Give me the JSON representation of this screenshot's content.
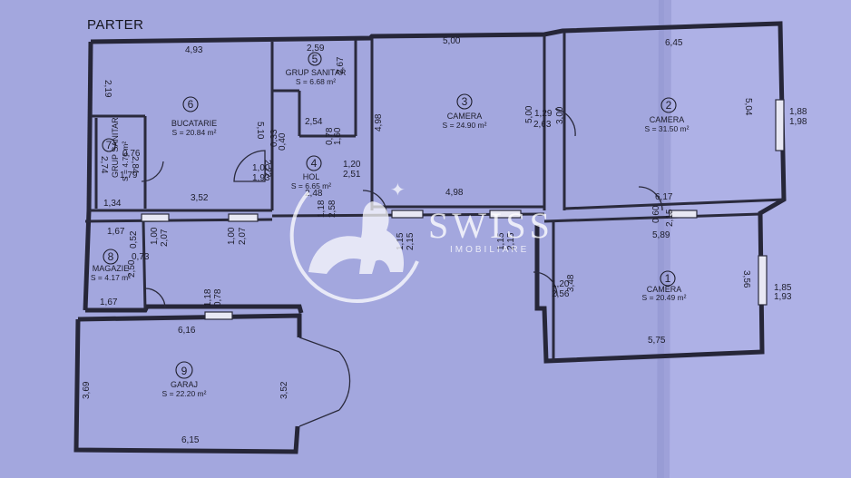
{
  "title": "PARTER",
  "rooms": {
    "r1": {
      "num": "1",
      "name": "CAMERA",
      "area": "S = 20.49 m²"
    },
    "r2": {
      "num": "2",
      "name": "CAMERA",
      "area": "S = 31.50 m²"
    },
    "r3": {
      "num": "3",
      "name": "CAMERA",
      "area": "S = 24.90 m²"
    },
    "r4": {
      "num": "4",
      "name": "HOL",
      "area": "S = 6.65 m²"
    },
    "r5": {
      "num": "5",
      "name": "GRUP SANITAR",
      "area": "S = 6.68 m²"
    },
    "r6": {
      "num": "6",
      "name": "BUCATARIE",
      "area": "S = 20.84 m²"
    },
    "r7": {
      "num": "7",
      "name": "GRUP SANITAR",
      "area": "S = 4.76 m²"
    },
    "r8": {
      "num": "8",
      "name": "MAGAZIE",
      "area": "S = 4.17 m²"
    },
    "r9": {
      "num": "9",
      "name": "GARAJ",
      "area": "S = 22.20 m²"
    }
  },
  "dims": {
    "d493": "4,93",
    "d219": "2,19",
    "d510": "5,10",
    "d352": "3,52",
    "d259": "2,59",
    "d267": "2,67",
    "d254": "2,54",
    "d033": "0,33",
    "d040": "0,40",
    "d078": "0,78",
    "d160": "1,60",
    "d500a": "5,00",
    "d498a": "4,98",
    "d498b": "4,98",
    "d500b": "5,00",
    "d129": "1,29",
    "d263": "2,63",
    "d300": "3,00",
    "d645": "6,45",
    "d504": "5,04",
    "d188": "1,88",
    "d198": "1,98",
    "d274": "2,74",
    "d076": "0,76",
    "d179": "1,79",
    "d284": "2,84",
    "d134": "1,34",
    "d100a": "1,00",
    "d193": "1,93",
    "d222": "2,22",
    "d120a": "1,20",
    "d251": "2,51",
    "d248": "2,48",
    "d118a": "1,18",
    "d258": "2,58",
    "d167a": "1,67",
    "d052": "0,52",
    "d100b": "1,00",
    "d207a": "2,07",
    "d073": "0,73",
    "d250": "2,50",
    "d100c": "1,00",
    "d207b": "2,07",
    "d167b": "1,67",
    "d115a": "1,15",
    "d215a": "2,15",
    "d115b": "1,15",
    "d215b": "2,15",
    "d617": "6,17",
    "d060": "0,60",
    "d589": "5,89",
    "d215c": "2,15",
    "d120b": "1,20",
    "d256": "2,56",
    "d348": "3,48",
    "d356": "3,56",
    "d185": "1,85",
    "d193b": "1,93",
    "d575": "5,75",
    "d118b": "1,18",
    "d078b": "0,78",
    "d616": "6,16",
    "d369": "3,69",
    "d352b": "3,52",
    "d615": "6,15"
  },
  "watermark": {
    "brand": "SWISS",
    "sub": "IMOBILIARE"
  }
}
